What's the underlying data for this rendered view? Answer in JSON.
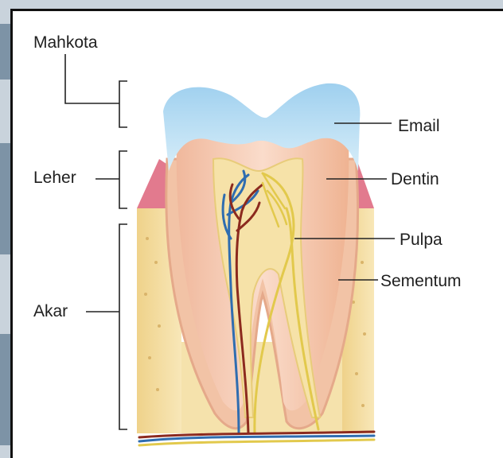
{
  "labels": {
    "crown": "Mahkota",
    "neck": "Leher",
    "root": "Akar",
    "enamel": "Email",
    "dentin": "Dentin",
    "pulp": "Pulpa",
    "cementum": "Sementum"
  },
  "colors": {
    "enamel": "#bfe0f2",
    "dentin": "#f4c9b0",
    "pulp": "#f6e2a8",
    "gum": "#e27a8e",
    "bone": "#f3dd9e",
    "vein": "#2f6db0",
    "artery": "#8c2a1e",
    "nerve": "#e2c94c"
  }
}
